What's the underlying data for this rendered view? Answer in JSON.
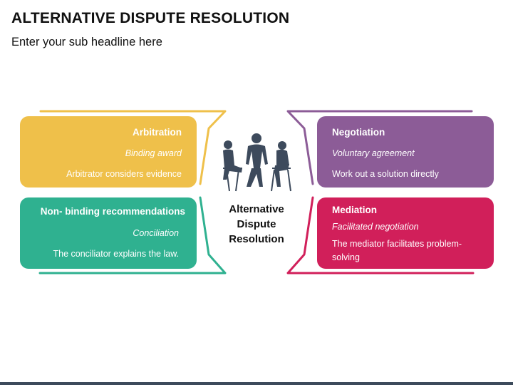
{
  "title": "ALTERNATIVE DISPUTE RESOLUTION",
  "subtitle": "Enter your sub headline here",
  "center_label": [
    "Alternative",
    "Dispute",
    "Resolution"
  ],
  "center_icon": "people-meeting-icon",
  "cards": {
    "arbitration": {
      "heading": "Arbitration",
      "subheading": "Binding award",
      "description": "Arbitrator considers evidence",
      "color": "#EFC04A"
    },
    "non_binding": {
      "heading": "Non- binding recommendations",
      "subheading": "Conciliation",
      "description": "The conciliator explains the law.",
      "color": "#2FB190"
    },
    "negotiation": {
      "heading": "Negotiation",
      "subheading": "Voluntary agreement",
      "description": "Work out a solution directly",
      "color": "#8C5C97"
    },
    "mediation": {
      "heading": "Mediation",
      "subheading": "Facilitated negotiation",
      "description_line1": "The mediator facilitates problem-",
      "description_line2": "solving",
      "color": "#D11F5A"
    }
  },
  "footer_bar_color": "#3C4A5B"
}
